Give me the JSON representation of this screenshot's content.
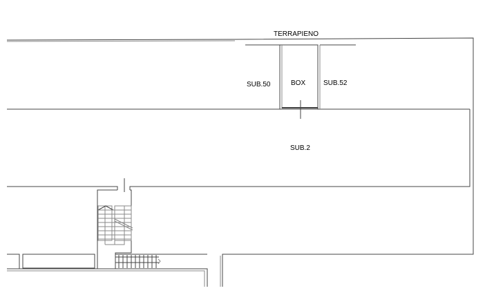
{
  "labels": {
    "terrapieno": "TERRAPIENO",
    "sub50": "SUB.50",
    "box": "BOX",
    "sub52": "SUB.52",
    "sub2": "SUB.2"
  }
}
